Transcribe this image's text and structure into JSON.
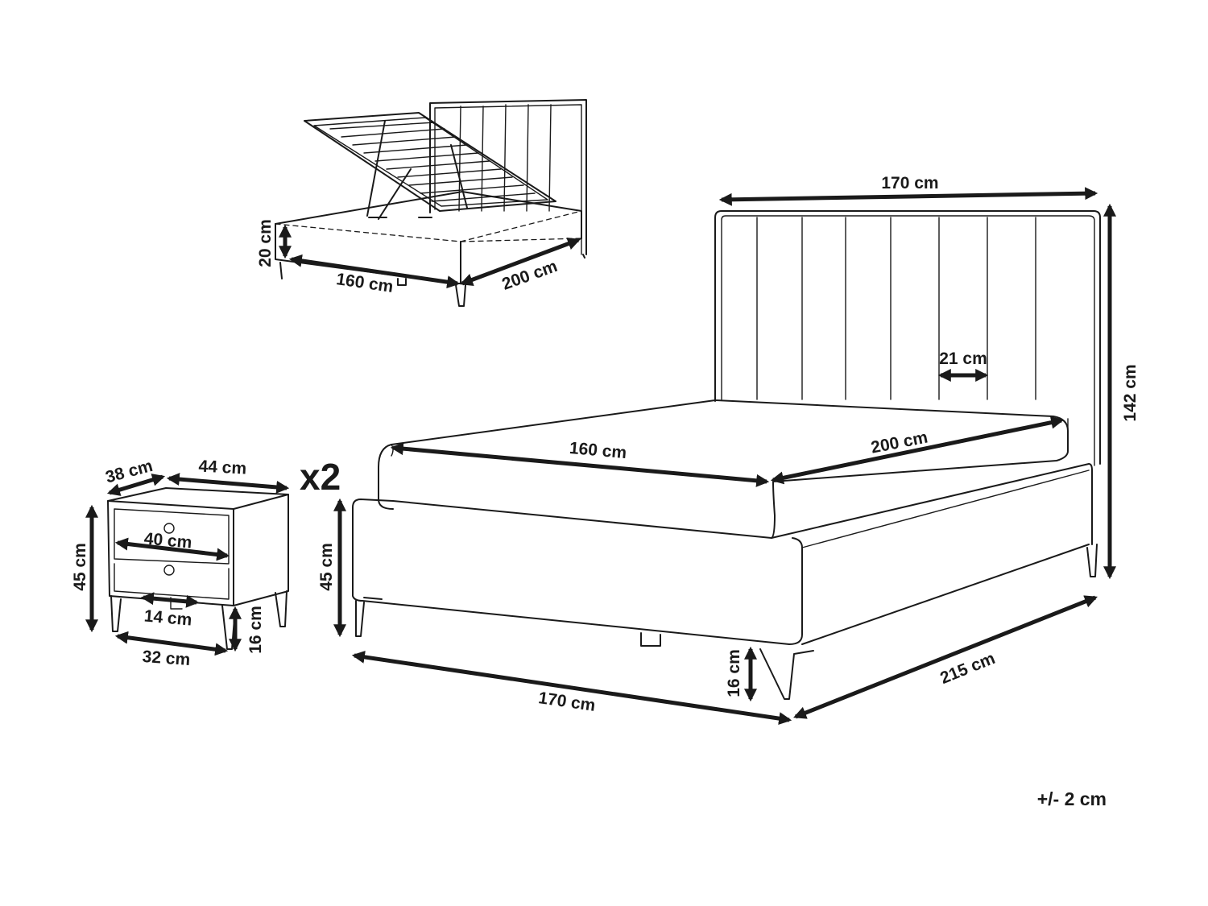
{
  "labels": {
    "bed_headboard_width": "170 cm",
    "bed_height": "142 cm",
    "headboard_panel_width": "21 cm",
    "mattress_width": "160 cm",
    "mattress_length": "200 cm",
    "bed_base_height": "45 cm",
    "bed_front_width": "170 cm",
    "bed_length": "215 cm",
    "bed_leg_height": "16 cm",
    "storage_height": "20 cm",
    "storage_width": "160 cm",
    "storage_length": "200 cm",
    "nightstand_depth": "38 cm",
    "nightstand_width": "44 cm",
    "nightstand_count": "x2",
    "nightstand_height": "45 cm",
    "drawer_width": "40 cm",
    "leg_gap": "14 cm",
    "nightstand_leg_height": "16 cm",
    "nightstand_base_width": "32 cm",
    "tolerance": "+/- 2 cm"
  }
}
